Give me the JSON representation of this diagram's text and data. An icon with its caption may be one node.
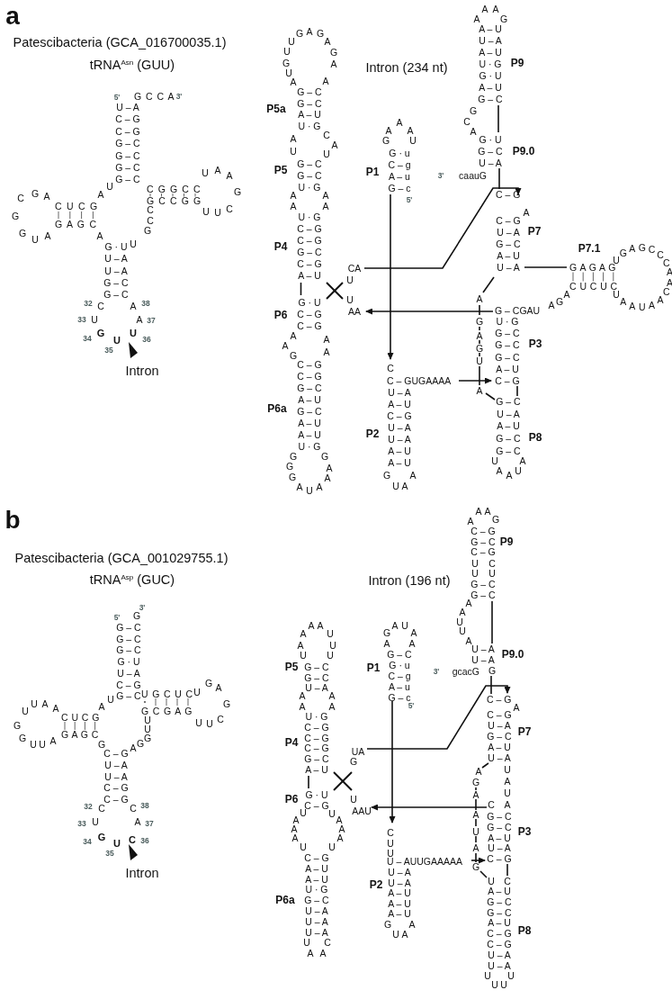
{
  "diagram": {
    "labels": [
      "a",
      "Patescibacteria (GCA_016700035.1)",
      "tRNA$^{Asn}$ (GUU)",
      "5'",
      "G C C A",
      "3'",
      "U – A",
      "C – G",
      "C – G",
      "G – C",
      "G – C",
      "G – C",
      "G – C",
      "U",
      "A",
      "C U C G",
      "G A G C",
      "C",
      "G",
      "A",
      "G",
      "G",
      "U",
      "A",
      "A",
      "G · U",
      "U – A",
      "U – A",
      "G – C",
      "G – C",
      "U",
      "G",
      "C",
      "C",
      "C G G C C",
      "G C C G G",
      "U",
      "A",
      "A",
      "G",
      "U",
      "U",
      "C",
      "32",
      "C",
      "A",
      "38",
      "33",
      "U",
      "A",
      "37",
      "34",
      "G",
      "U",
      "U",
      "36",
      "35",
      "Intron",
      "Intron (234 nt)",
      "A",
      "U",
      "G",
      "U",
      "U",
      "G",
      "A",
      "G",
      "A",
      "G",
      "A",
      "A",
      "P5a",
      "G – C",
      "G – C",
      "A – U",
      "U · G",
      "A",
      "U",
      "C",
      "A",
      "U",
      "P5",
      "G – C",
      "G – C",
      "U · G",
      "A",
      "A",
      "A",
      "A",
      "P4",
      "U · G",
      "C – G",
      "C – G",
      "G – C",
      "C – G",
      "A – U",
      "P6",
      "G · U",
      "C – G",
      "C – G",
      "A",
      "A",
      "G",
      "A",
      "A",
      "P6a",
      "C – G",
      "C – G",
      "G – C",
      "A – U",
      "G – C",
      "A – U",
      "A – U",
      "U · G",
      "G",
      "G",
      "G",
      "A",
      "U",
      "A",
      "A",
      "A",
      "G",
      "CA",
      "U",
      "U",
      "AA",
      "G",
      "A",
      "A",
      "A",
      "U",
      "P1",
      "G · u",
      "C – g",
      "A – u",
      "G – c",
      "5'",
      "C",
      "C – GUGAAAA",
      "U – A",
      "A – U",
      "C – G",
      "U – A",
      "U – A",
      "A – U",
      "A – U",
      "G",
      "U",
      "A",
      "A",
      "P2",
      "A",
      "A",
      "A",
      "G",
      "A – U",
      "U – A",
      "A – U",
      "U · G",
      "G · U",
      "A – U",
      "G – C",
      "P9",
      "G",
      "C",
      "A",
      "G · U",
      "G – C",
      "U – A",
      "P9.0",
      "3'",
      "caauG",
      "C – G",
      "A",
      "C – G",
      "U – A",
      "G – C",
      "A – U",
      "U – A",
      "P7",
      "P7.1",
      "G A G A G",
      "C U C U C",
      "U",
      "G",
      "A",
      "G",
      "C",
      "C",
      "C",
      "A",
      "A",
      "U",
      "A",
      "A",
      "U",
      "A",
      "A",
      "C",
      "A",
      "G",
      "A",
      "G – CGAU",
      "U · G",
      "G – C",
      "G – C",
      "G – C",
      "A – U",
      "C – G",
      "P3",
      "A",
      "G",
      "A",
      "G",
      "U",
      "A",
      "G – C",
      "U – A",
      "A – U",
      "G – C",
      "G – C",
      "U",
      "A",
      "A",
      "U",
      "A",
      "P8",
      "b",
      "Patescibacteria (GCA_001029755.1)",
      "tRNA$^{Asp}$ (GUC)",
      "3'",
      "5'",
      "G",
      "G – C",
      "G – C",
      "G – C",
      "G · U",
      "U – A",
      "C – G",
      "G – C",
      "U",
      "A",
      "C U C G",
      "G A G C",
      "U",
      "U",
      "A",
      "A",
      "G",
      "G",
      "U",
      "U",
      "A",
      "G",
      "C – G",
      "U – A",
      "U – A",
      "C – G",
      "C – G",
      "A",
      "G",
      "G",
      "U",
      "U",
      "U G C U C",
      "G C G A G",
      "U",
      "U",
      "C",
      "G",
      "A",
      "G",
      "U",
      "32",
      "C",
      "C",
      "38",
      "33",
      "U",
      "A",
      "37",
      "34",
      "G",
      "U",
      "C",
      "36",
      "35",
      "Intron",
      "Intron (196 nt)",
      "U",
      "A",
      "A",
      "A",
      "A",
      "U",
      "U",
      "U",
      "P5",
      "G – C",
      "G – C",
      "U – A",
      "A",
      "A",
      "A",
      "A",
      "P4",
      "U · G",
      "C – G",
      "C – G",
      "C – G",
      "G – C",
      "A – U",
      "P6",
      "G · U",
      "C – G",
      "U",
      "A",
      "A",
      "A",
      "U",
      "U",
      "A",
      "A",
      "A",
      "U",
      "P6a",
      "C – G",
      "A – U",
      "A – U",
      "U · G",
      "G – C",
      "U – A",
      "U – A",
      "U – A",
      "U",
      "A",
      "A",
      "C",
      "UA",
      "G",
      "U",
      "AAU",
      "A",
      "G",
      "A",
      "U",
      "A",
      "A",
      "P1",
      "G – C",
      "G · u",
      "C – g",
      "A – u",
      "G – c",
      "5'",
      "C",
      "U",
      "U",
      "U – AUUGAAAAA",
      "U – A",
      "U – A",
      "A – U",
      "A – U",
      "A – U",
      "G",
      "U",
      "A",
      "A",
      "P2",
      "A",
      "A",
      "A",
      "G",
      "C – G",
      "G – C",
      "C – G",
      "U",
      "C",
      "U",
      "U",
      "G – C",
      "G – C",
      "P9",
      "A",
      "A",
      "U",
      "U",
      "A",
      "U – A",
      "U – A",
      "P9.0",
      "3'",
      "gcacG",
      "G",
      "C – G",
      "A",
      "C – G",
      "U – A",
      "G – C",
      "A – U",
      "U – A",
      "P7",
      "U",
      "A",
      "U",
      "C",
      "A",
      "G – C",
      "G – C",
      "A – U",
      "U – A",
      "C – G",
      "P3",
      "A",
      "G",
      "A",
      "A",
      "U",
      "A",
      "G",
      "U",
      "C",
      "A – U",
      "G – C",
      "G – C",
      "A – U",
      "C – G",
      "C – G",
      "U – A",
      "U – A",
      "U",
      "U",
      "U",
      "U",
      "P8"
    ]
  }
}
